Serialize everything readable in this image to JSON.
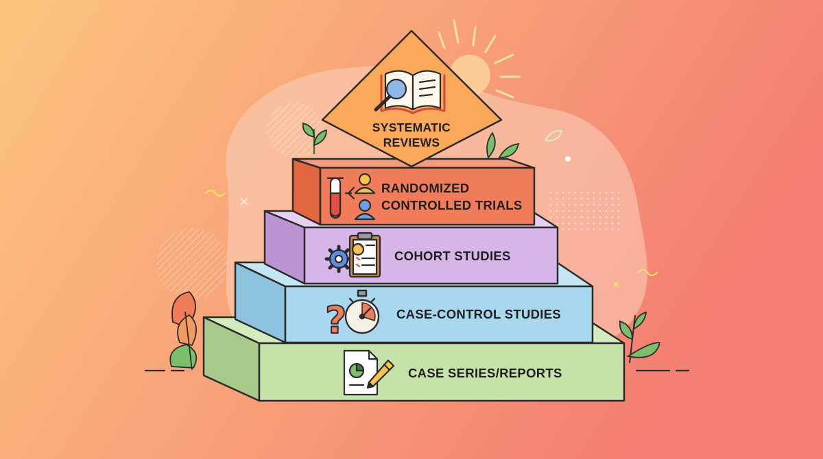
{
  "colors": {
    "bg_left": "#FCC57F",
    "bg_right": "#F47E72",
    "blob": "#F9D2BE",
    "outline": "#2B2B2B",
    "level1": "#FAA85A",
    "level2": "#F07C5A",
    "level3": "#D6B6E8",
    "level4": "#A9D8EE",
    "level5": "#C5E2A8"
  },
  "pyramid": {
    "levels": [
      {
        "rank": 1,
        "label_line1": "SYSTEMATIC",
        "label_line2": "REVIEWS",
        "icon": "book-magnifier-icon"
      },
      {
        "rank": 2,
        "label_line1": "RANDOMIZED",
        "label_line2": "CONTROLLED TRIALS",
        "icon": "test-tube-people-icon"
      },
      {
        "rank": 3,
        "label_line1": "COHORT STUDIES",
        "icon": "gear-clipboard-icon"
      },
      {
        "rank": 4,
        "label_line1": "CASE-CONTROL STUDIES",
        "icon": "question-stopwatch-icon"
      },
      {
        "rank": 5,
        "label_line1": "CASE SERIES/REPORTS",
        "icon": "document-pencil-icon"
      }
    ]
  }
}
